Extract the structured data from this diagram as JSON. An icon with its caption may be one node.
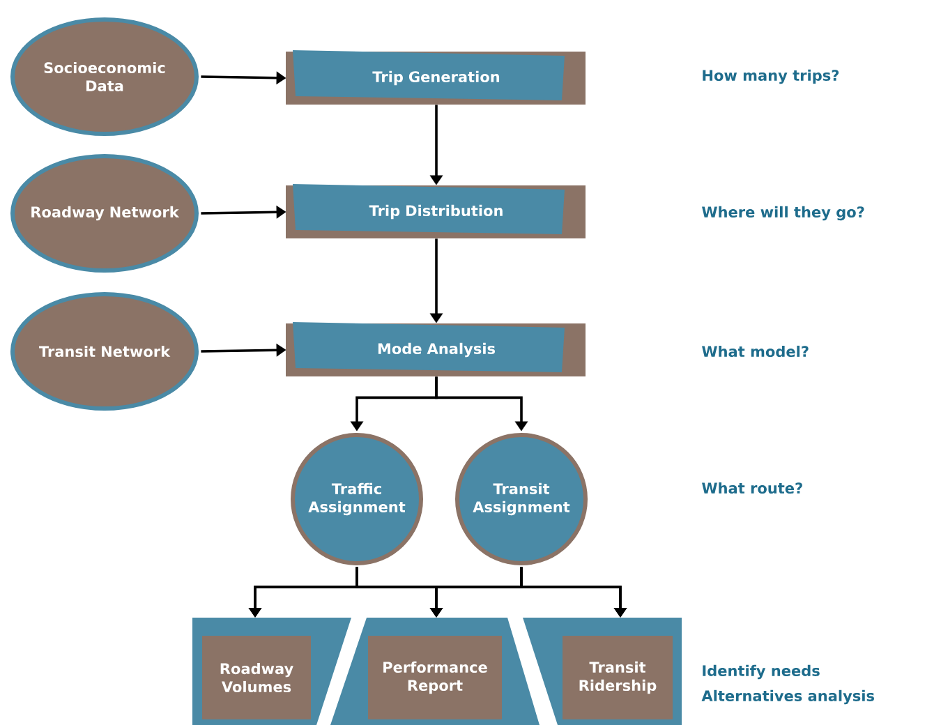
{
  "diagram": {
    "nodes": [
      {
        "text": [
          "Socioeconomic Data"
        ]
      },
      {
        "text": [
          "Trip Generation"
        ]
      },
      {
        "text": [
          "Roadway Network"
        ]
      },
      {
        "text": [
          "Trip Distribution"
        ]
      },
      {
        "text": [
          "Transit Network"
        ]
      },
      {
        "text": [
          "Mode Analysis"
        ]
      },
      {
        "text": [
          "Traffic Assignment"
        ]
      },
      {
        "text": [
          "Transit Assignment"
        ]
      },
      {
        "text": [],
        "shape": "box"
      },
      {
        "text": [
          "Roadway Volumes"
        ],
        "in": 8
      },
      {
        "text": [],
        "shape": "box"
      },
      {
        "text": [
          "Performance Report"
        ],
        "in": 10
      },
      {
        "text": [],
        "shape": "box"
      },
      {
        "text": [
          "Transit Ridership"
        ],
        "in": 12
      }
    ],
    "edges": [
      {
        "from": 0,
        "to": 1,
        "arrow": "to"
      },
      {
        "from": 2,
        "to": 3,
        "arrow": "to"
      },
      {
        "from": 4,
        "to": 5,
        "arrow": "to"
      },
      {
        "from": 1,
        "to": 3,
        "arrow": "to"
      },
      {
        "from": 3,
        "to": 5,
        "arrow": "to"
      },
      {
        "from": 5,
        "to": 6,
        "arrow": "to"
      },
      {
        "from": 5,
        "to": 7,
        "arrow": "to"
      },
      {
        "from": 6,
        "to": 8,
        "arrow": "to"
      },
      {
        "from": 6,
        "to": 10,
        "arrow": "to"
      },
      {
        "from": 6,
        "to": 12,
        "arrow": "to"
      },
      {
        "from": 7,
        "to": 8,
        "arrow": "to"
      },
      {
        "from": 7,
        "to": 10,
        "arrow": "to"
      },
      {
        "from": 7,
        "to": 12,
        "arrow": "to"
      }
    ],
    "labels": [
      "How many trips?",
      "Where will they go?",
      "What model?",
      "What route?",
      "Identify needs",
      "Alternatives analysis"
    ]
  }
}
